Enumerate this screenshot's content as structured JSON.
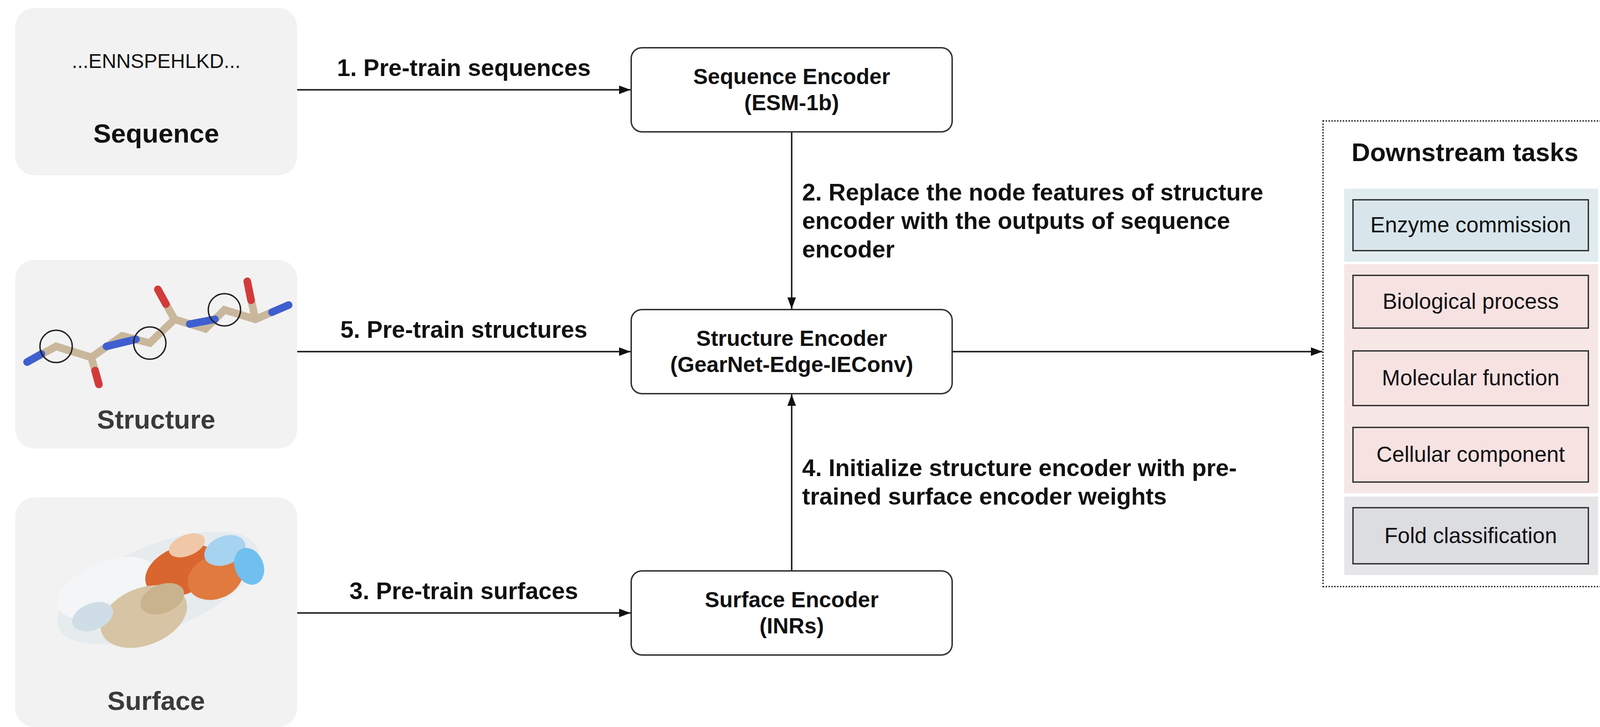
{
  "diagram": {
    "nodes": [
      {
        "text": [
          "...ENNSPEHLKD...",
          "Sequence"
        ]
      },
      {
        "text": [
          "Sequence Encoder (ESM-1b)"
        ]
      },
      {
        "text": [
          "Structure"
        ]
      },
      {
        "text": [
          "Structure Encoder (GearNet-Edge-IEConv)"
        ]
      },
      {
        "text": [
          "Surface"
        ]
      },
      {
        "text": [
          "Surface Encoder (INRs)"
        ]
      },
      {
        "text": [
          "Downstream tasks"
        ]
      },
      {
        "text": [
          "Enzyme commission"
        ],
        "in": 6
      },
      {
        "text": [
          "Biological process"
        ],
        "in": 6
      },
      {
        "text": [
          "Molecular function"
        ],
        "in": 6
      },
      {
        "text": [
          "Cellular component"
        ],
        "in": 6
      },
      {
        "text": [
          "Fold classification"
        ],
        "in": 6
      }
    ],
    "edges": [
      {
        "from": 0,
        "to": 1,
        "arrow": "to",
        "label": "1. Pre-train sequences"
      },
      {
        "from": 1,
        "to": 3,
        "arrow": "to",
        "label": "2. Replace the node features of structure encoder with the outputs of sequence encoder"
      },
      {
        "from": 2,
        "to": 3,
        "arrow": "to",
        "label": "5. Pre-train structures"
      },
      {
        "from": 4,
        "to": 5,
        "arrow": "to",
        "label": "3. Pre-train surfaces"
      },
      {
        "from": 5,
        "to": 3,
        "arrow": "to",
        "label": "4. Initialize structure encoder with pre-trained surface encoder weights"
      },
      {
        "from": 3,
        "to": 6,
        "arrow": "to"
      }
    ]
  }
}
